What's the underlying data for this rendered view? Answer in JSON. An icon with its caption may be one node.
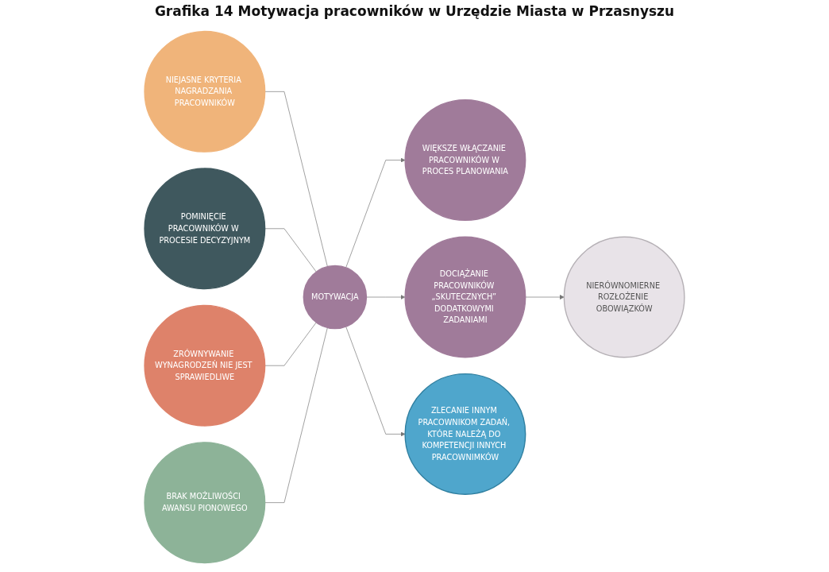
{
  "diagram": {
    "title": "Grafika 14 Motywacja pracowników w Urzędzie Miasta w Przasnyszu",
    "nodes": [
      {
        "text": [
          "MOTYWACJA"
        ]
      },
      {
        "text": [
          "NIEJASNE KRYTERIA NAGRADZANIA PRACOWNIKÓW"
        ]
      },
      {
        "text": [
          "POMINIĘCIE PRACOWNIKÓW W PROCESIE DECYZYJNYM"
        ]
      },
      {
        "text": [
          "WIĘKSZE WŁĄCZANIE PRACOWNIKÓW W PROCES PLANOWANIA"
        ]
      },
      {
        "text": [
          "ZRÓWNYWANIE WYNAGRODZEŃ NIE JEST SPRAWIEDLIWE"
        ]
      },
      {
        "text": [
          "BRAK MOŻLIWOŚCI AWANSU PIONOWEGO"
        ]
      },
      {
        "text": [
          "NIERÓWNOMIERNE ROZŁOŻENIE OBOWIĄZKÓW"
        ]
      },
      {
        "text": [
          "DOCIĄŻANIE PRACOWNIKÓW „SKUTECZNYCH” DODATKOWYMI ZADANIAMI"
        ]
      },
      {
        "text": [
          "ZLECANIE INNYM PRACOWNIKOM ZADAŃ, KTÓRE NALEŻĄ DO KOMPETENCJI INNYCH PRACOWNIMKÓW"
        ]
      }
    ],
    "edges": [
      {
        "from": 1,
        "to": 0,
        "arrow": "none"
      },
      {
        "from": 2,
        "to": 0,
        "arrow": "none"
      },
      {
        "from": 0,
        "to": 3,
        "arrow": "to"
      },
      {
        "from": 4,
        "to": 0,
        "arrow": "none"
      },
      {
        "from": 5,
        "to": 0,
        "arrow": "none"
      },
      {
        "from": 0,
        "to": 7,
        "arrow": "to"
      },
      {
        "from": 0,
        "to": 8,
        "arrow": "to"
      },
      {
        "from": 7,
        "to": 6,
        "arrow": "to"
      }
    ]
  }
}
